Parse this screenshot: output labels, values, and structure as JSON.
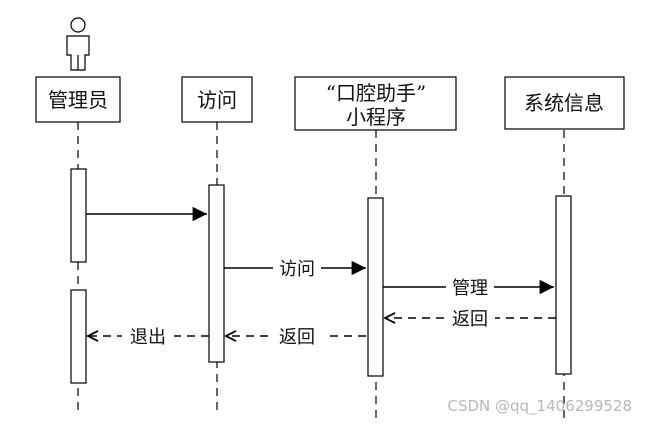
{
  "participants": {
    "admin": "管理员",
    "visit": "访问",
    "app_line1": "“口腔助手”",
    "app_line2": "小程序",
    "system": "系统信息"
  },
  "messages": {
    "admin_to_visit": "",
    "visit_to_app": "访问",
    "app_to_system": "管理",
    "system_to_app": "返回",
    "app_to_visit": "返回",
    "visit_to_admin": "退出"
  },
  "watermark": "CSDN @qq_1406299528"
}
